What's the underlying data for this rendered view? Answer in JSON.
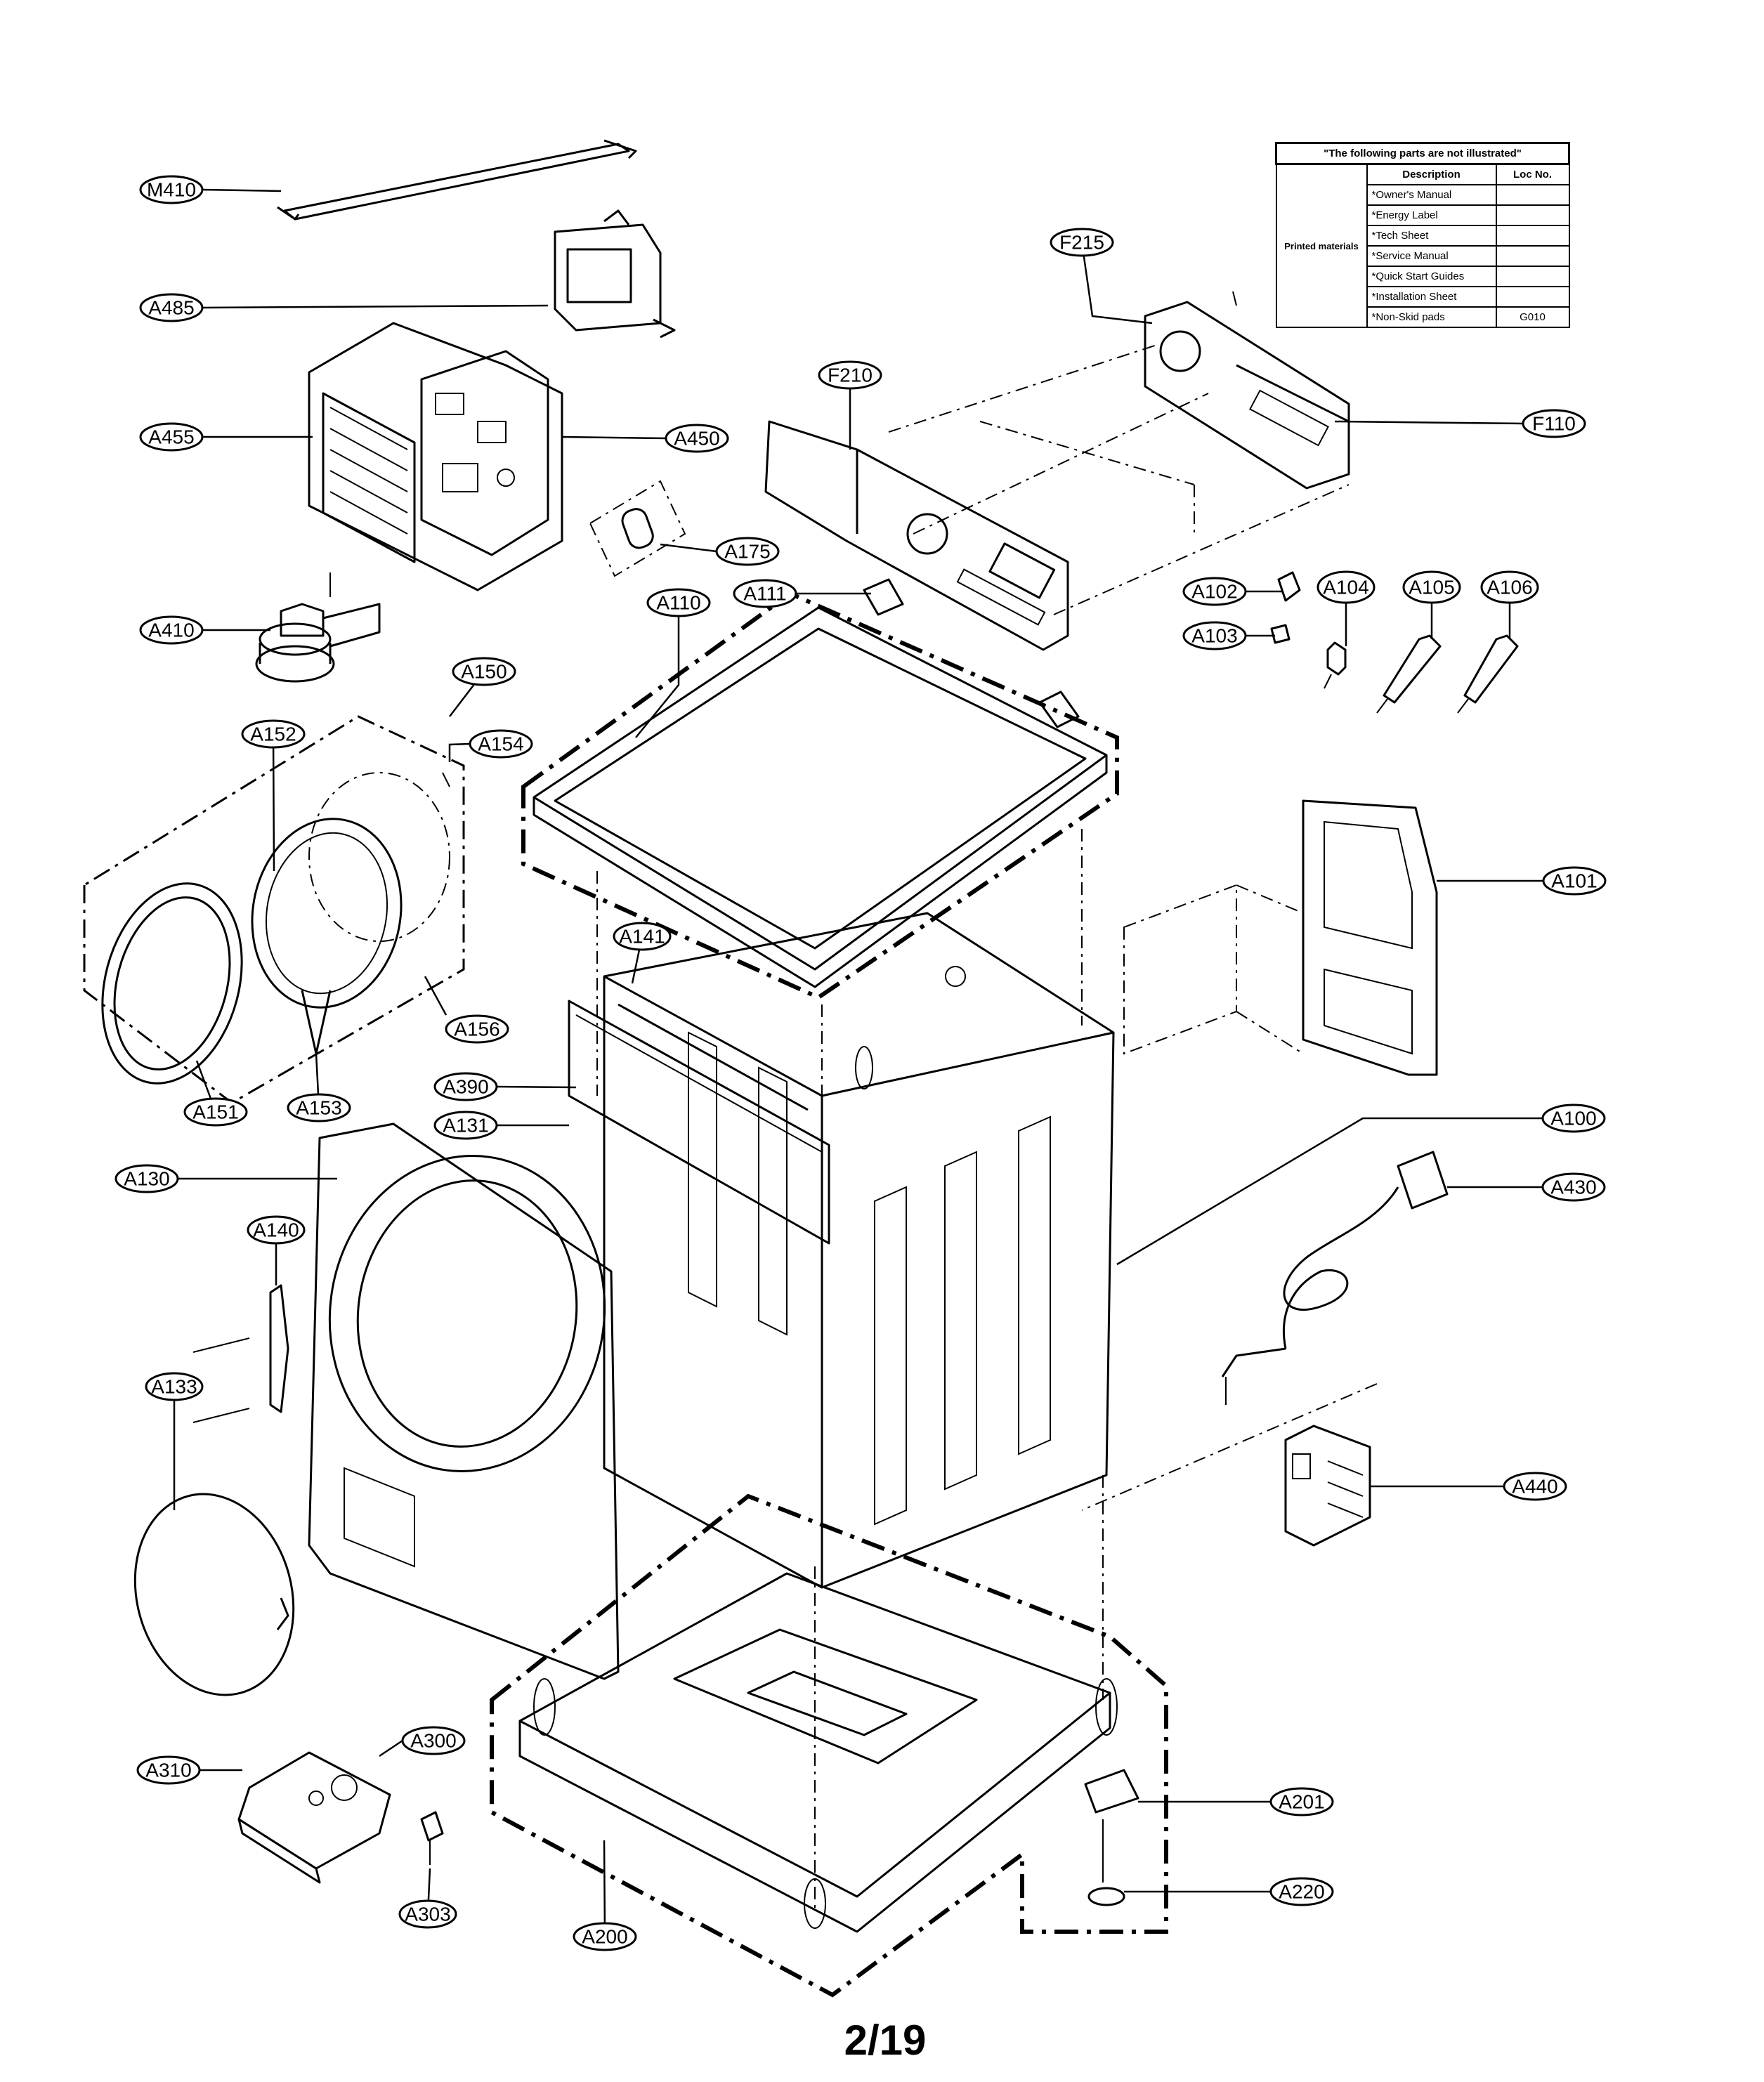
{
  "notes_table": {
    "caption": "\"The following parts are not illustrated\"",
    "headers": [
      "Description",
      "Loc No."
    ],
    "group": "Printed materials",
    "rows": [
      {
        "description": "*Owner's Manual",
        "loc": ""
      },
      {
        "description": "*Energy Label",
        "loc": ""
      },
      {
        "description": "*Tech Sheet",
        "loc": ""
      },
      {
        "description": "*Service Manual",
        "loc": ""
      },
      {
        "description": "*Quick Start Guides",
        "loc": ""
      },
      {
        "description": "*Installation Sheet",
        "loc": ""
      },
      {
        "description": "*Non-Skid pads",
        "loc": "G010"
      }
    ]
  },
  "callouts": [
    "M410",
    "A485",
    "A455",
    "A450",
    "A175",
    "A410",
    "A150",
    "A152",
    "A154",
    "A156",
    "A151",
    "A153",
    "F215",
    "F210",
    "F110",
    "A111",
    "A110",
    "A102",
    "A103",
    "A104",
    "A105",
    "A106",
    "A101",
    "A141",
    "A390",
    "A131",
    "A130",
    "A100",
    "A430",
    "A140",
    "A133",
    "A440",
    "A300",
    "A310",
    "A303",
    "A200",
    "A201",
    "A220"
  ],
  "page_number": "2/19"
}
